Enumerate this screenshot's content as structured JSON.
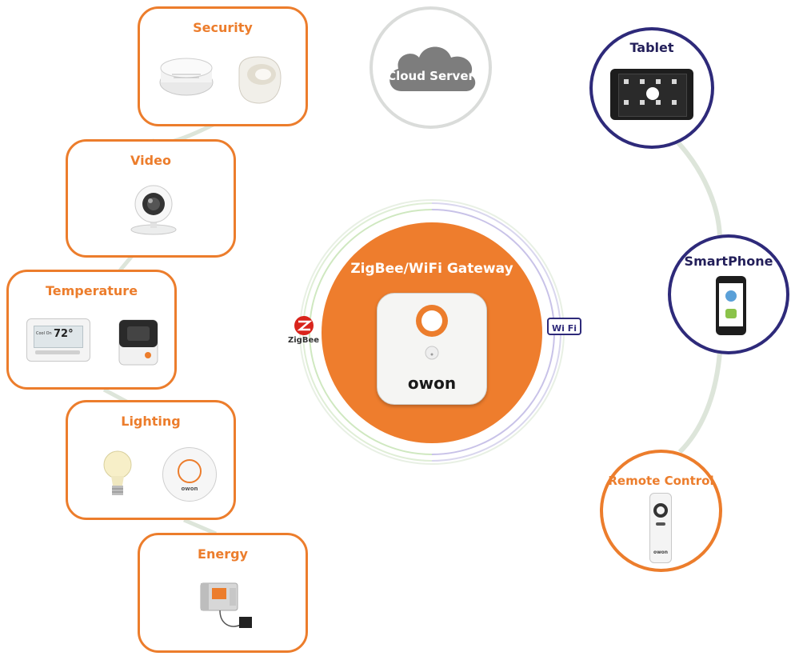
{
  "devices": {
    "security": "Security",
    "video": "Video",
    "temperature": "Temperature",
    "lighting": "Lighting",
    "energy": "Energy"
  },
  "cloud": {
    "label": "Cloud Server"
  },
  "gateway": {
    "title": "ZigBee/WiFi Gateway",
    "brand": "owon",
    "zigbee_label": "ZigBee",
    "wifi_label": "Wi Fi"
  },
  "clients": {
    "tablet": "Tablet",
    "smartphone": "SmartPhone",
    "remote": "Remote Control"
  },
  "product_text": {
    "thermostat_temp": "72°",
    "thermostat_small": "Cool On",
    "lighting_brand": "owon",
    "remote_brand": "owon"
  },
  "colors": {
    "orange": "#ec7d2c",
    "navy": "#231f5a",
    "connector": "#dde5da"
  }
}
